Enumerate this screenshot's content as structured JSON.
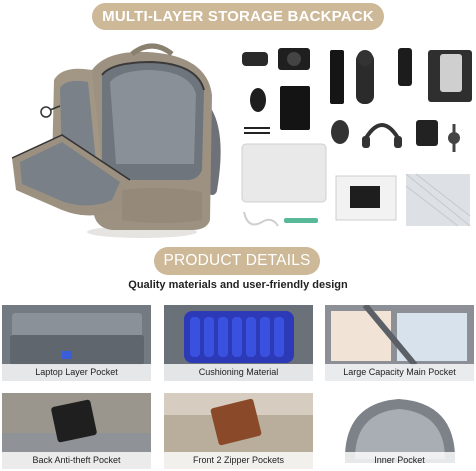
{
  "header": {
    "title": "MULTI-LAYER STORAGE BACKPACK"
  },
  "details": {
    "title": "PRODUCT DETAILS",
    "subtitle": "Quality materials and user-friendly design"
  },
  "features": [
    {
      "label": "Laptop Layer Pocket"
    },
    {
      "label": "Cushioning Material"
    },
    {
      "label": "Large Capacity Main Pocket"
    },
    {
      "label": "Back Anti-theft Pocket"
    },
    {
      "label": "Front 2 Zipper Pockets"
    },
    {
      "label": "Inner Pocket"
    }
  ],
  "colors": {
    "pill": "#cdb897",
    "bag_khaki": "#9b8f7f",
    "bag_gray": "#7a8086",
    "cushion_blue": "#3346c8"
  }
}
